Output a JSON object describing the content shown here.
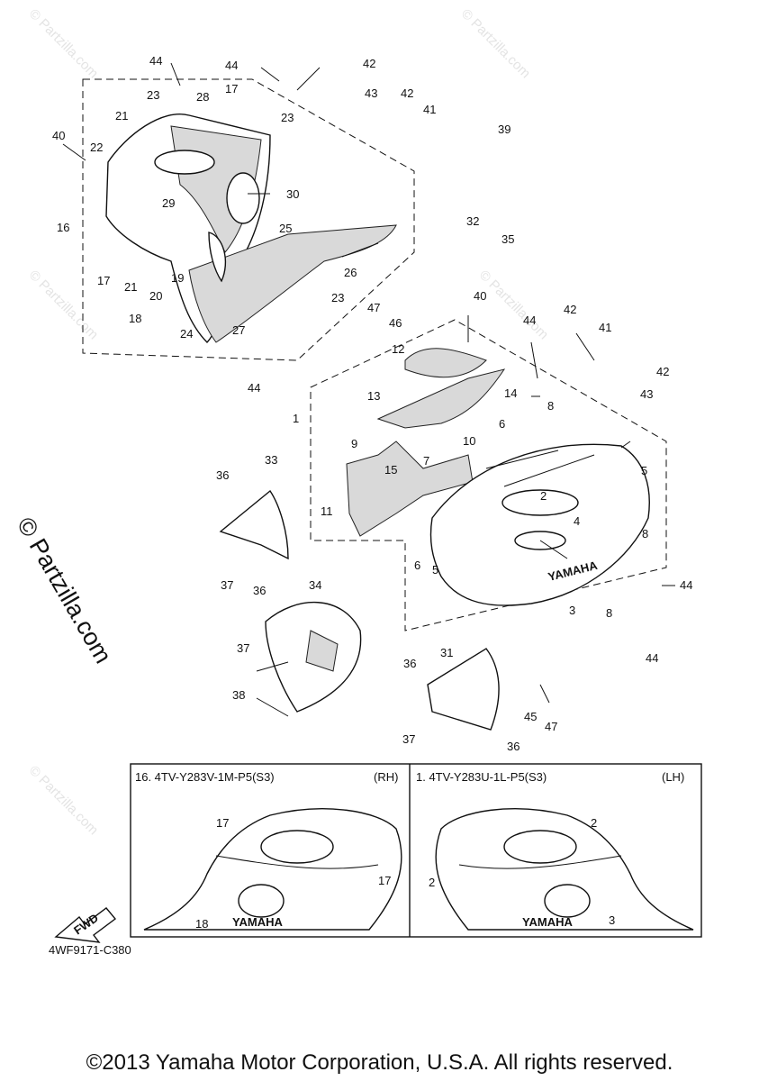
{
  "watermark_text": "© Partzilla.com",
  "side_watermark": "© Partzilla.com",
  "diagram_code": "4WF9171-C380",
  "copyright": "©2013 Yamaha Motor Corporation, U.S.A. All rights reserved.",
  "inset_rh": {
    "title": "16. 4TV-Y283V-1M-P5(S3)",
    "side": "(RH)",
    "brand": "YAMAHA",
    "callouts": [
      "17",
      "17",
      "18"
    ]
  },
  "inset_lh": {
    "title": "1. 4TV-Y283U-1L-P5(S3)",
    "side": "(LH)",
    "brand": "YAMAHA",
    "callouts": [
      "2",
      "2",
      "3"
    ]
  },
  "fwd_label": "FWD",
  "brand_main": "YAMAHA",
  "callouts": [
    {
      "n": "44"
    },
    {
      "n": "44"
    },
    {
      "n": "42"
    },
    {
      "n": "23"
    },
    {
      "n": "43"
    },
    {
      "n": "28"
    },
    {
      "n": "17"
    },
    {
      "n": "42"
    },
    {
      "n": "23"
    },
    {
      "n": "41"
    },
    {
      "n": "21"
    },
    {
      "n": "39"
    },
    {
      "n": "40"
    },
    {
      "n": "22"
    },
    {
      "n": "30"
    },
    {
      "n": "29"
    },
    {
      "n": "16"
    },
    {
      "n": "25"
    },
    {
      "n": "32"
    },
    {
      "n": "35"
    },
    {
      "n": "17"
    },
    {
      "n": "19"
    },
    {
      "n": "26"
    },
    {
      "n": "21"
    },
    {
      "n": "20"
    },
    {
      "n": "23"
    },
    {
      "n": "40"
    },
    {
      "n": "18"
    },
    {
      "n": "47"
    },
    {
      "n": "46"
    },
    {
      "n": "42"
    },
    {
      "n": "44"
    },
    {
      "n": "41"
    },
    {
      "n": "24"
    },
    {
      "n": "27"
    },
    {
      "n": "12"
    },
    {
      "n": "42"
    },
    {
      "n": "44"
    },
    {
      "n": "14"
    },
    {
      "n": "43"
    },
    {
      "n": "13"
    },
    {
      "n": "8"
    },
    {
      "n": "1"
    },
    {
      "n": "6"
    },
    {
      "n": "9"
    },
    {
      "n": "10"
    },
    {
      "n": "5"
    },
    {
      "n": "33"
    },
    {
      "n": "7"
    },
    {
      "n": "15"
    },
    {
      "n": "36"
    },
    {
      "n": "2"
    },
    {
      "n": "11"
    },
    {
      "n": "4"
    },
    {
      "n": "8"
    },
    {
      "n": "6"
    },
    {
      "n": "37"
    },
    {
      "n": "5"
    },
    {
      "n": "36"
    },
    {
      "n": "44"
    },
    {
      "n": "34"
    },
    {
      "n": "3"
    },
    {
      "n": "8"
    },
    {
      "n": "37"
    },
    {
      "n": "44"
    },
    {
      "n": "31"
    },
    {
      "n": "36"
    },
    {
      "n": "38"
    },
    {
      "n": "45"
    },
    {
      "n": "47"
    },
    {
      "n": "37"
    },
    {
      "n": "36"
    }
  ]
}
